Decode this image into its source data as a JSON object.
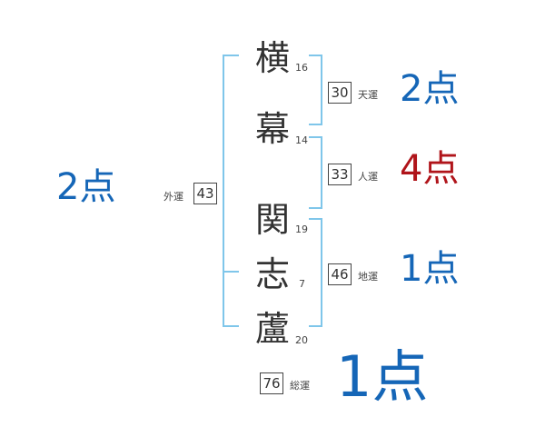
{
  "name": {
    "chars": [
      {
        "char": "横",
        "strokes": "16"
      },
      {
        "char": "幕",
        "strokes": "14"
      },
      {
        "char": "関",
        "strokes": "19"
      },
      {
        "char": "志",
        "strokes": "7"
      },
      {
        "char": "蘆",
        "strokes": "20"
      }
    ]
  },
  "fortunes": {
    "ten": {
      "label": "天運",
      "value": "30",
      "score": "2点",
      "color": "#1566b7"
    },
    "jin": {
      "label": "人運",
      "value": "33",
      "score": "4点",
      "color": "#b0141a"
    },
    "chi": {
      "label": "地運",
      "value": "46",
      "score": "1点",
      "color": "#1566b7"
    },
    "gai": {
      "label": "外運",
      "value": "43",
      "score": "2点",
      "color": "#1566b7"
    },
    "total": {
      "label": "総運",
      "value": "76",
      "score": "1点",
      "color": "#1566b7"
    }
  }
}
